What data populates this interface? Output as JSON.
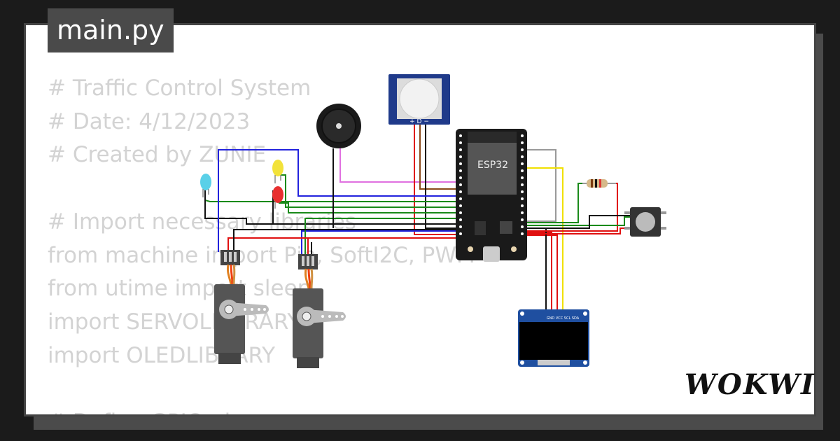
{
  "tab": {
    "filename": "main.py"
  },
  "code_lines": [
    "# Traffic Control System",
    "# Date: 4/12/2023",
    "# Created by ZUNIE",
    "",
    "# Import necessary libraries",
    "from machine import Pin, SoftI2C, PWM",
    "from utime import sleep",
    "import SERVOLLIBRARY",
    "import OLEDLIBRARY",
    "",
    "# Define GPIO pins"
  ],
  "board": {
    "label": "ESP32"
  },
  "pir": {
    "pin_labels": "+ D −"
  },
  "oled": {
    "pin_labels": "GND VCC SCL SDA"
  },
  "brand": {
    "logo": "WOKWI"
  },
  "colors": {
    "background": "#1b1b1b",
    "card": "#ffffff",
    "tab": "#4a4a4a",
    "code_text": "#d3d3d3",
    "wire_blue": "#2222dd",
    "wire_green": "#1a8a1a",
    "wire_red": "#e01010",
    "wire_black": "#111111",
    "wire_pink": "#e070e0",
    "wire_yellow": "#f0e000",
    "wire_gray": "#999999",
    "wire_brown": "#8b4a1a"
  }
}
